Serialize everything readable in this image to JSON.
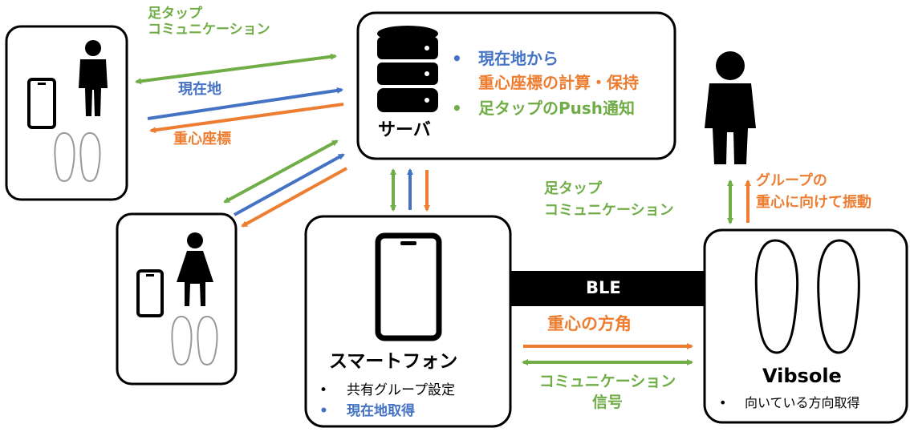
{
  "colors": {
    "green": "#70AD47",
    "blue": "#4472C4",
    "orange": "#ED7D31",
    "black": "#000000"
  },
  "server": {
    "title": "サーバ",
    "bullet_1": "現在地から",
    "bullet_1b": "重心座標の計算・保持",
    "bullet_2": "足タップのPush通知"
  },
  "user_top_links": {
    "foot_tap_line1": "足タップ",
    "foot_tap_line2": "コミュニケーション",
    "location": "現在地",
    "centroid": "重心座標"
  },
  "smartphone": {
    "title": "スマートフォン",
    "item_1": "共有グループ設定",
    "item_2": "現在地取得"
  },
  "ble": {
    "label": "BLE"
  },
  "phone_to_vibsole": {
    "direction": "重心の方角",
    "comm_line1": "コミュニケーション",
    "comm_line2": "信号"
  },
  "vibsole": {
    "title": "Vibsole",
    "item_1": "向いている方向取得"
  },
  "person_links": {
    "foot_tap_line1": "足タップ",
    "foot_tap_line2": "コミュニケーション",
    "vibrate_line1": "グループの",
    "vibrate_line2": "重心に向けて振動"
  },
  "bullet_symbol": "•",
  "icons": [
    "server-icon",
    "person-male-icon",
    "person-female-icon",
    "smartphone-icon",
    "footprints-icon"
  ]
}
